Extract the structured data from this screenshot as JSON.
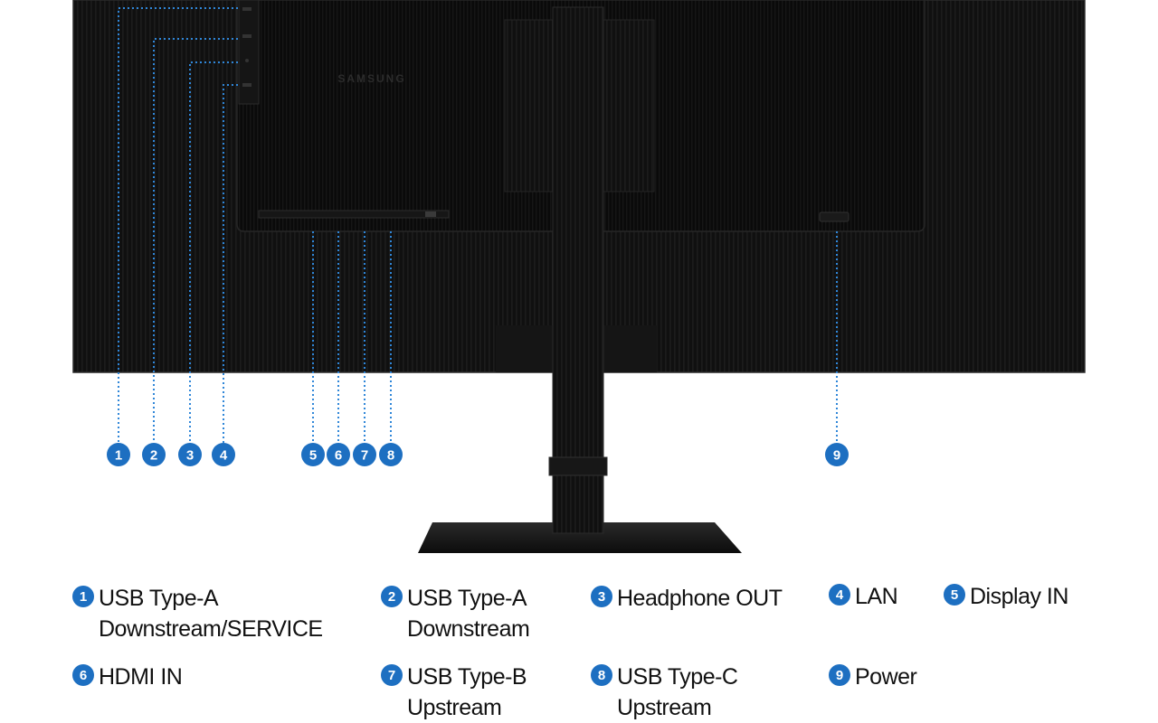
{
  "colors": {
    "monitor_body": "#0d0d0d",
    "callout_line": "#2f86d8",
    "badge": "#1d6fc1",
    "text": "#111111",
    "background": "#ffffff"
  },
  "monitor": {
    "brand": "SAMSUNG"
  },
  "callouts": [
    {
      "number": "1"
    },
    {
      "number": "2"
    },
    {
      "number": "3"
    },
    {
      "number": "4"
    },
    {
      "number": "5"
    },
    {
      "number": "6"
    },
    {
      "number": "7"
    },
    {
      "number": "8"
    },
    {
      "number": "9"
    }
  ],
  "legend": [
    {
      "number": "1",
      "line1": "USB Type-A",
      "line2": "Downstream/SERVICE"
    },
    {
      "number": "2",
      "line1": "USB Type-A",
      "line2": "Downstream"
    },
    {
      "number": "3",
      "line1": "Headphone OUT",
      "line2": ""
    },
    {
      "number": "4",
      "line1": "LAN",
      "line2": ""
    },
    {
      "number": "5",
      "line1": "Display IN",
      "line2": ""
    },
    {
      "number": "6",
      "line1": "HDMI IN",
      "line2": ""
    },
    {
      "number": "7",
      "line1": "USB Type-B",
      "line2": "Upstream"
    },
    {
      "number": "8",
      "line1": "USB Type-C",
      "line2": "Upstream"
    },
    {
      "number": "9",
      "line1": "Power",
      "line2": ""
    }
  ]
}
